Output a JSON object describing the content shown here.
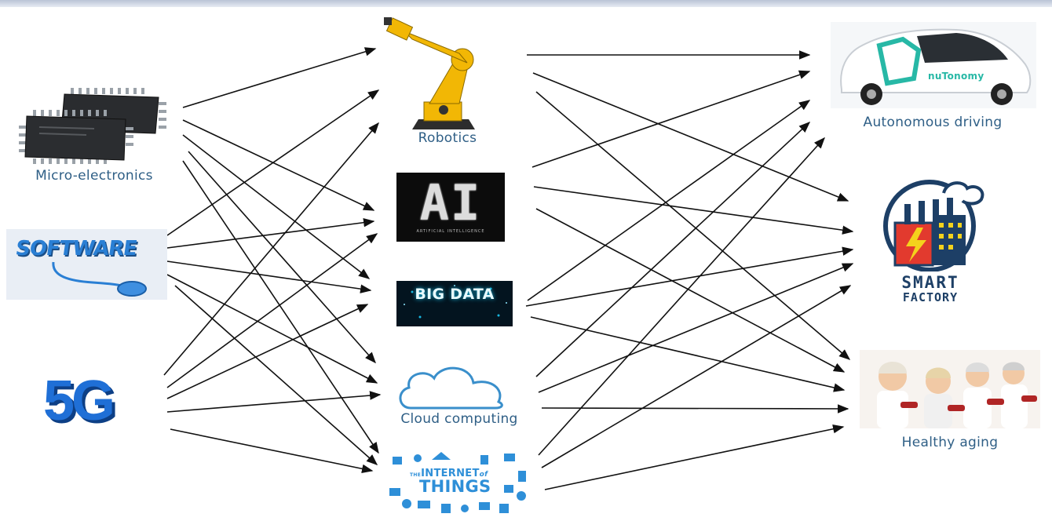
{
  "diagram": {
    "sources": [
      {
        "id": "micro",
        "label": "Micro-electronics",
        "icon": "chip-icon"
      },
      {
        "id": "software",
        "label": "SOFTWARE",
        "icon": "software-mouse-icon"
      },
      {
        "id": "5g",
        "label": "5G",
        "icon": "5g-icon"
      }
    ],
    "technologies": [
      {
        "id": "robotics",
        "label": "Robotics",
        "icon": "robot-arm-icon"
      },
      {
        "id": "ai",
        "label": "AI",
        "icon": "ai-icon",
        "sublabel": "ARTIFICIAL INTELLIGENCE"
      },
      {
        "id": "bigdata",
        "label": "BIG DATA",
        "icon": "big-data-icon"
      },
      {
        "id": "cloud",
        "label": "Cloud computing",
        "icon": "cloud-icon"
      },
      {
        "id": "iot",
        "label": "THINGS",
        "icon": "iot-icon",
        "prefix": "THE",
        "mid": "INTERNET",
        "of": "of"
      }
    ],
    "applications": [
      {
        "id": "autonomous",
        "label": "Autonomous driving",
        "icon": "car-icon",
        "car_text": "nuTonomy"
      },
      {
        "id": "smart",
        "label": "SMART",
        "label2": "FACTORY",
        "icon": "factory-icon"
      },
      {
        "id": "aging",
        "label": "Healthy aging",
        "icon": "seniors-exercise-icon"
      }
    ],
    "edges": [
      [
        "micro",
        "robotics"
      ],
      [
        "micro",
        "ai"
      ],
      [
        "micro",
        "bigdata"
      ],
      [
        "micro",
        "cloud"
      ],
      [
        "micro",
        "iot"
      ],
      [
        "software",
        "robotics"
      ],
      [
        "software",
        "ai"
      ],
      [
        "software",
        "bigdata"
      ],
      [
        "software",
        "cloud"
      ],
      [
        "software",
        "iot"
      ],
      [
        "5g",
        "robotics"
      ],
      [
        "5g",
        "ai"
      ],
      [
        "5g",
        "bigdata"
      ],
      [
        "5g",
        "cloud"
      ],
      [
        "5g",
        "iot"
      ],
      [
        "robotics",
        "autonomous"
      ],
      [
        "robotics",
        "smart"
      ],
      [
        "robotics",
        "aging"
      ],
      [
        "ai",
        "autonomous"
      ],
      [
        "ai",
        "smart"
      ],
      [
        "ai",
        "aging"
      ],
      [
        "bigdata",
        "autonomous"
      ],
      [
        "bigdata",
        "smart"
      ],
      [
        "bigdata",
        "aging"
      ],
      [
        "cloud",
        "autonomous"
      ],
      [
        "cloud",
        "smart"
      ],
      [
        "cloud",
        "aging"
      ],
      [
        "iot",
        "autonomous"
      ],
      [
        "iot",
        "smart"
      ],
      [
        "iot",
        "aging"
      ]
    ],
    "colors": {
      "label": "#2f5f86",
      "arrow": "#111111",
      "software": "#2a7fd4",
      "fiveg": "#1f6fd6",
      "robot": "#f2b705",
      "bigdata": "#17b7e0",
      "cloud": "#3a8fcb",
      "iot": "#2e8fd8",
      "factory_red": "#e23a2e",
      "factory_blue": "#1d3f66",
      "factory_yellow": "#f4d21c",
      "car_teal": "#27b8a6"
    }
  }
}
